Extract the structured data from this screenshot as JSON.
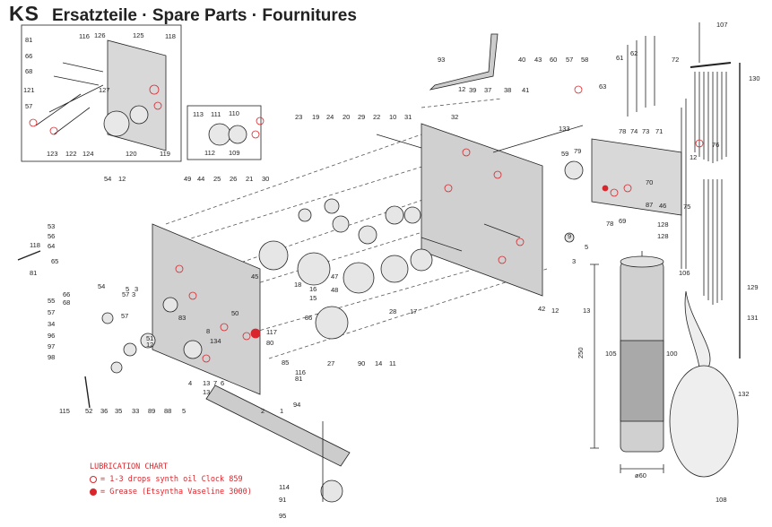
{
  "header": {
    "brand": "KS",
    "title": "Ersatzteile · Spare Parts · Fournitures"
  },
  "legend": {
    "heading": "LUBRICATION CHART",
    "oil": "= 1-3 drops synth oil Clock 859",
    "grease": "= Grease (Etsyntha Vaseline 3000)"
  },
  "colors": {
    "lubrication_red": "#d9262c",
    "ink": "#222222",
    "plate": "#cfcfcf"
  },
  "dimensions": {
    "height_label": "250",
    "width_label": "ø60"
  },
  "part_labels": [
    "107",
    "130",
    "81",
    "116",
    "126",
    "125",
    "118",
    "66",
    "68",
    "121",
    "127",
    "57",
    "123",
    "122",
    "124",
    "120",
    "119",
    "113",
    "111",
    "110",
    "112",
    "109",
    "93",
    "40",
    "43",
    "60",
    "57",
    "58",
    "61",
    "62",
    "72",
    "12",
    "37",
    "38",
    "41",
    "39",
    "32",
    "133",
    "79",
    "59",
    "78",
    "74",
    "73",
    "71",
    "76",
    "63",
    "23",
    "19",
    "24",
    "20",
    "29",
    "22",
    "10",
    "31",
    "54",
    "12",
    "49",
    "44",
    "25",
    "26",
    "21",
    "30",
    "70",
    "75",
    "69",
    "78",
    "87",
    "46",
    "128",
    "53",
    "56",
    "64",
    "118",
    "81",
    "65",
    "57",
    "3",
    "55",
    "66",
    "68",
    "57",
    "34",
    "96",
    "97",
    "98",
    "115",
    "52",
    "36",
    "35",
    "33",
    "89",
    "88",
    "5",
    "4",
    "13",
    "7",
    "6",
    "2",
    "1",
    "94",
    "27",
    "90",
    "14",
    "11",
    "17",
    "28",
    "16",
    "15",
    "18",
    "45",
    "83",
    "50",
    "51",
    "134",
    "117",
    "80",
    "85",
    "116",
    "81",
    "47",
    "86",
    "48",
    "9",
    "5",
    "3",
    "42",
    "12",
    "13",
    "106",
    "129",
    "131",
    "105",
    "100",
    "132",
    "114",
    "91",
    "95",
    "108",
    "12",
    "128",
    "54",
    "5",
    "3",
    "57",
    "12",
    "8",
    "13"
  ]
}
